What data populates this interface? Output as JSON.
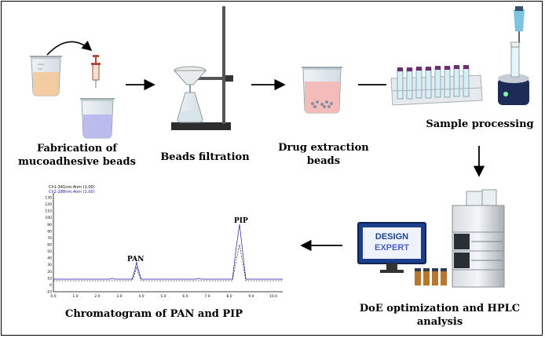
{
  "steps": {
    "fabrication": {
      "line1": "Fabrication of",
      "line2": "mucoadhesive beads"
    },
    "filtration": "Beads filtration",
    "extraction": {
      "line1": "Drug extraction",
      "line2": "beads"
    },
    "sample": "Sample processing",
    "doe": {
      "line1": "DoE optimization and HPLC",
      "line2": "analysis"
    },
    "chromatogram": "Chromatogram of PAN and PIP"
  },
  "monitor": {
    "line1": "DESIGN",
    "line2": "EXPERT"
  },
  "chrom": {
    "legend": [
      "Ch1-341nm,4nm (1.00)",
      "Ch2-288nm,4nm (1.00)"
    ],
    "peaks": {
      "pan": "PAN",
      "pip": "PIP"
    },
    "y_ticks": [
      "130",
      "120",
      "110",
      "100",
      "90",
      "80",
      "70",
      "60",
      "50",
      "40",
      "30",
      "20",
      "10",
      "0",
      "-10"
    ],
    "x_ticks": [
      "0.0",
      "1.0",
      "2.0",
      "3.0",
      "4.0",
      "5.0",
      "6.0",
      "7.0",
      "8.0",
      "9.0",
      "10.0"
    ]
  },
  "colors": {
    "water_orange": "#f5c99a",
    "water_blue": "#b9b8ee",
    "tube_cap": "#6b2e6e",
    "monitor_blue": "#1c3f8c",
    "arrow": "#000000"
  }
}
